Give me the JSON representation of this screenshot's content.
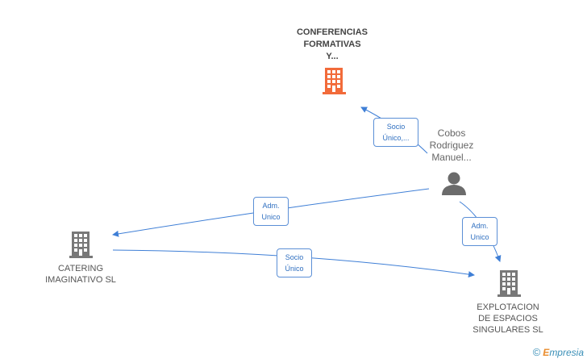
{
  "nodes": {
    "conferencias": {
      "lines": [
        "CONFERENCIAS",
        "FORMATIVAS",
        "Y..."
      ],
      "icon": "building-icon",
      "color": "#f26b3a"
    },
    "cobos": {
      "lines": [
        "Cobos",
        "Rodriguez",
        "Manuel..."
      ],
      "icon": "person-icon",
      "color": "#666666"
    },
    "catering": {
      "lines": [
        "CATERING",
        "IMAGINATIVO SL"
      ],
      "icon": "building-icon",
      "color": "#777777"
    },
    "explotacion": {
      "lines": [
        "EXPLOTACION",
        "DE ESPACIOS",
        "SINGULARES SL"
      ],
      "icon": "building-icon",
      "color": "#777777"
    }
  },
  "relations": {
    "socio_unico_top": {
      "lines": [
        "Socio",
        "Único,..."
      ]
    },
    "adm_unico_left": {
      "lines": [
        "Adm.",
        "Unico"
      ]
    },
    "adm_unico_right": {
      "lines": [
        "Adm.",
        "Unico"
      ]
    },
    "socio_unico_bottom": {
      "lines": [
        "Socio",
        "Único"
      ]
    }
  },
  "edge_color": "#3f7fd6",
  "watermark": {
    "copyright": "©",
    "brand_e": "E",
    "brand_rest": "mpresia"
  }
}
